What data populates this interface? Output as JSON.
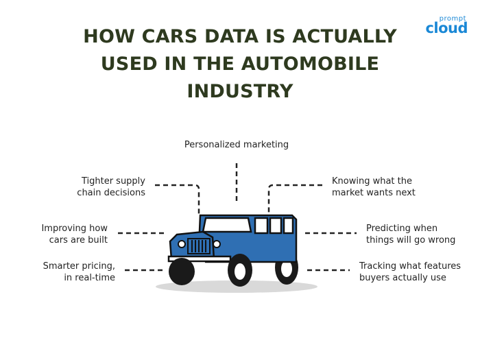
{
  "title_lines": [
    "HOW CARS DATA IS ACTUALLY",
    "USED IN THE AUTOMOBILE",
    "INDUSTRY"
  ],
  "logo": {
    "top": "prompt",
    "main": "cloud",
    "color": "#1a88d6"
  },
  "labels": {
    "top": [
      "Personalized marketing"
    ],
    "supply": [
      "Tighter supply",
      "chain decisions"
    ],
    "market": [
      "Knowing what the",
      "market wants next"
    ],
    "improve": [
      "Improving how",
      "cars are built"
    ],
    "predict": [
      "Predicting when",
      "things will go wrong"
    ],
    "pricing": [
      "Smarter pricing,",
      "in real-time"
    ],
    "features": [
      "Tracking what features",
      "buyers actually use"
    ]
  },
  "colors": {
    "title": "#2e3a1f",
    "car_body": "#2f6fb3",
    "tire": "#1a1a1a",
    "line": "#222222"
  },
  "icons": [
    "jeep-car-icon"
  ]
}
